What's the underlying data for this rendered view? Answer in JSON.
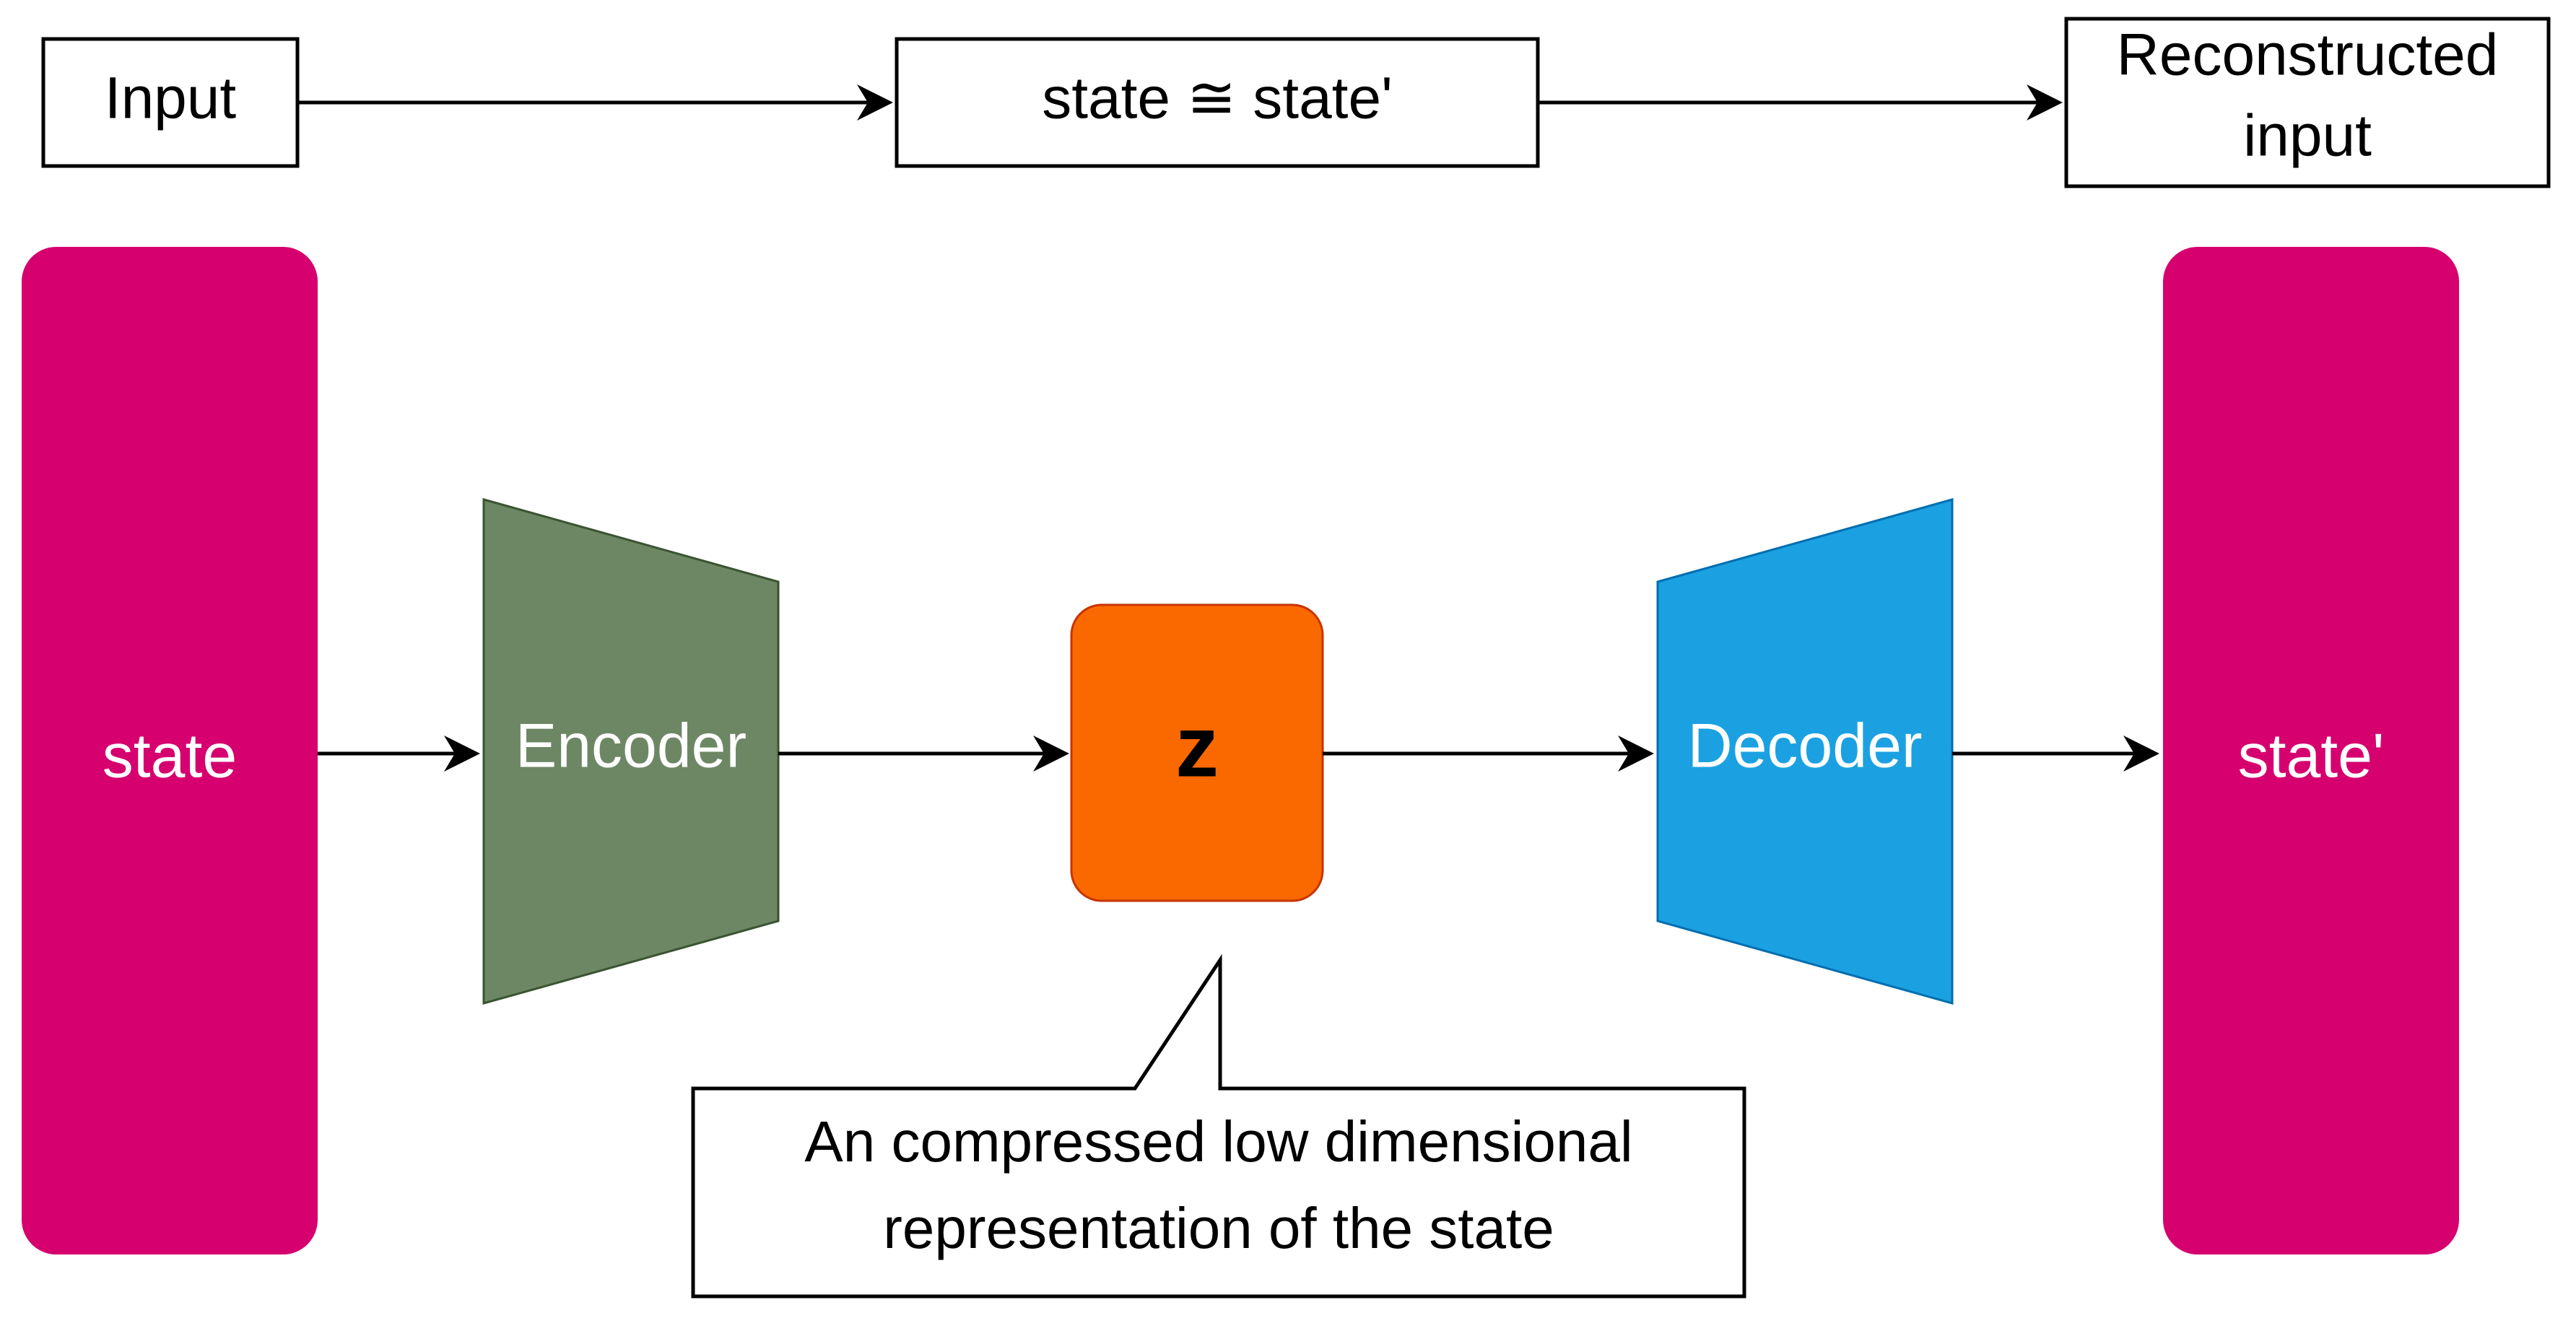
{
  "top_row": {
    "input_label": "Input",
    "middle_label": "state ≅ state'",
    "output_label_line1": "Reconstructed",
    "output_label_line2": "input"
  },
  "main_row": {
    "state_label": "state",
    "encoder_label": "Encoder",
    "latent_label": "z",
    "decoder_label": "Decoder",
    "state_prime_label": "state'"
  },
  "callout": {
    "line1": "An compressed low dimensional",
    "line2": "representation of the state"
  },
  "colors": {
    "state_block": "#d6006f",
    "encoder": "#6d8764",
    "latent": "#fa6800",
    "decoder": "#1ba1e2",
    "stroke": "#000000"
  }
}
